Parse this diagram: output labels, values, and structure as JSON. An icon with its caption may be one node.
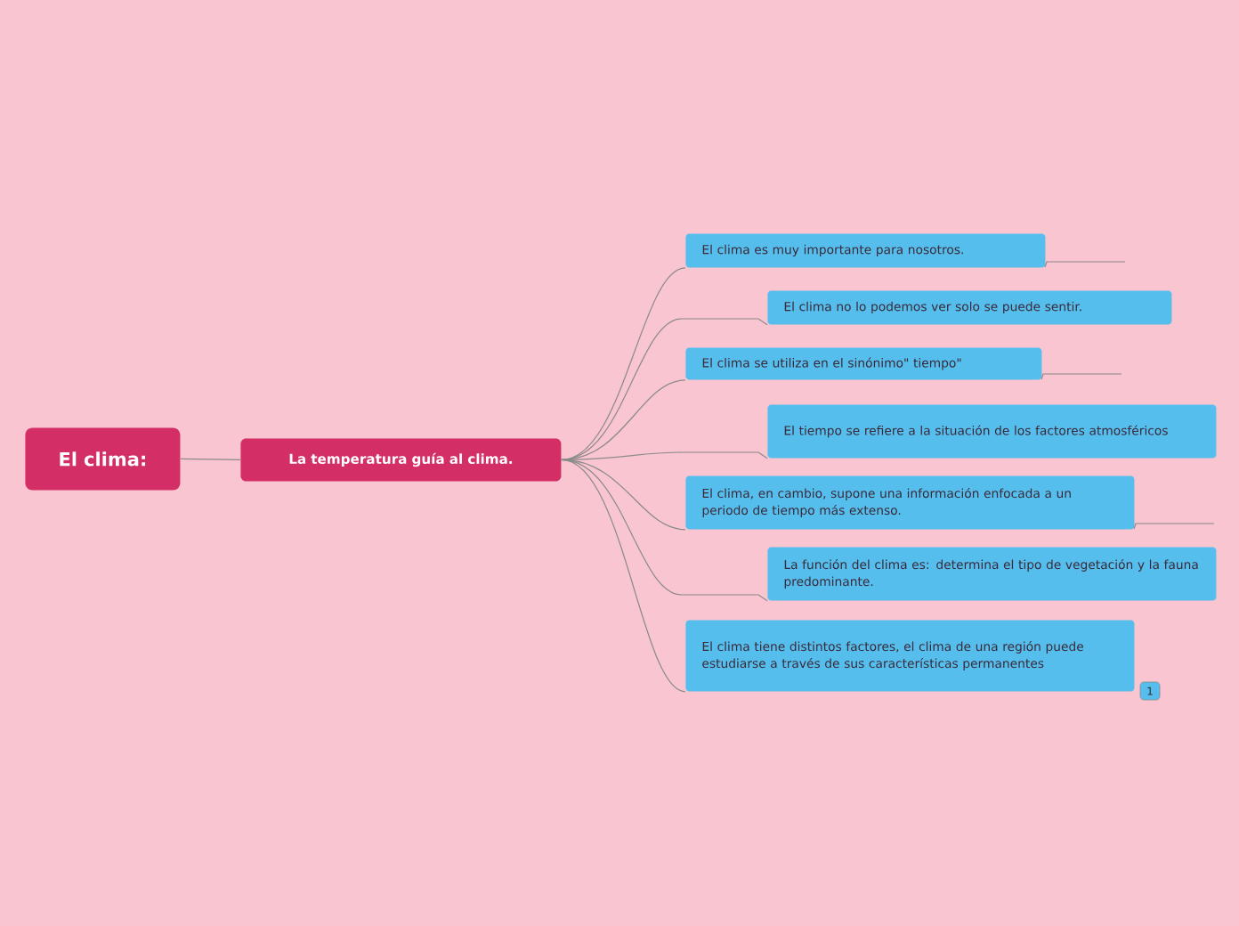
{
  "diagram": {
    "nodes": [
      {
        "text": [
          "El clima:"
        ]
      },
      {
        "text": [
          "La temperatura guía al clima."
        ]
      },
      {
        "text": [
          "El clima es muy importante para nosotros."
        ]
      },
      {
        "text": [
          "El clima no lo podemos ver solo se puede sentir."
        ]
      },
      {
        "text": [
          "El clima se utiliza en el sinónimo\" tiempo\""
        ]
      },
      {
        "text": [
          "El tiempo se refiere a la situación de los factores atmosféricos"
        ]
      },
      {
        "text": [
          "El clima, en cambio, supone una información enfocada a un periodo de tiempo más extenso."
        ]
      },
      {
        "text": [
          "La función del clima es: determina el tipo de vegetación y la fauna predominante."
        ]
      },
      {
        "text": [
          "El clima tiene distintos factores, el clima de una región puede estudiarse a través de sus características permanentes"
        ]
      }
    ],
    "edges": [
      {
        "from": 0,
        "to": 1,
        "arrow": "none"
      },
      {
        "from": 1,
        "to": 2,
        "arrow": "none"
      },
      {
        "from": 1,
        "to": 3,
        "arrow": "none"
      },
      {
        "from": 1,
        "to": 4,
        "arrow": "none"
      },
      {
        "from": 1,
        "to": 5,
        "arrow": "none"
      },
      {
        "from": 1,
        "to": 6,
        "arrow": "none"
      },
      {
        "from": 1,
        "to": 7,
        "arrow": "none"
      },
      {
        "from": 1,
        "to": 8,
        "arrow": "none"
      }
    ],
    "labels": [
      "1"
    ]
  }
}
